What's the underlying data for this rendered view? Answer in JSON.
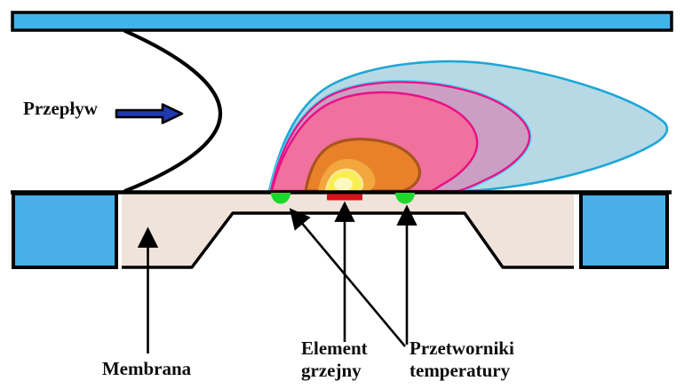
{
  "figure": {
    "type": "schematic-cross-section",
    "subject": "micromachined thermal flow sensor with heated plume",
    "labels": {
      "flow": "Przepływ",
      "membrane": "Membrana",
      "heater": [
        "Element",
        "grzejny"
      ],
      "sensors": [
        "Przetworniki",
        "temperatury"
      ]
    },
    "colors": {
      "channel_wall_blue": "#3fb4ea",
      "support_block_blue": "#48b0e6",
      "membrane_tan": "#efe3da",
      "plume_outer_blue_fill": "#b7d9e6",
      "plume_outer_teal_line": "#1da7d6",
      "plume_cyan_fringe": "#45d6f4",
      "plume_mauve_fill": "#cb9fc3",
      "plume_magenta_line": "#ea1088",
      "plume_pink_fill": "#f0709e",
      "plume_orange_fill": "#e8812a",
      "plume_brown_line": "#a8541d",
      "plume_amber_fill": "#f3a53e",
      "plume_yellow_fill": "#f8ee52",
      "plume_core_fill": "#fdf7c0",
      "heater_red": "#d9121a",
      "sensor_green": "#1fd62f",
      "flow_arrow_blue": "#2038b0",
      "outline_black": "#000000"
    }
  }
}
